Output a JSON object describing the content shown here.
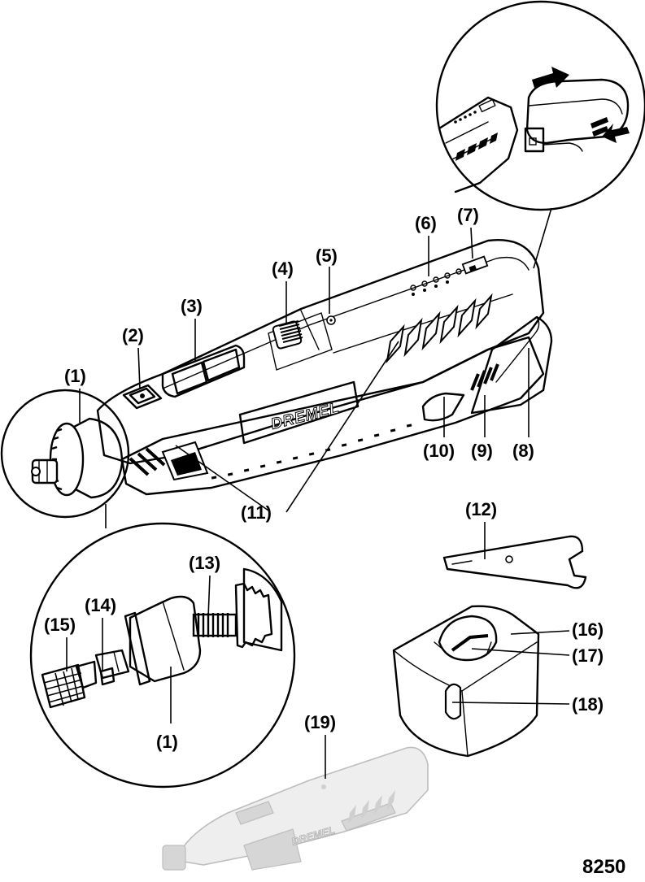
{
  "labels": {
    "l1_top": "(1)",
    "l2": "(2)",
    "l3": "(3)",
    "l4": "(4)",
    "l5": "(5)",
    "l6": "(6)",
    "l7": "(7)",
    "l8": "(8)",
    "l9": "(9)",
    "l10": "(10)",
    "l11": "(11)",
    "l12": "(12)",
    "l13": "(13)",
    "l14": "(14)",
    "l15": "(15)",
    "l1_bottom": "(1)",
    "l16": "(16)",
    "l17": "(17)",
    "l18": "(18)",
    "l19": "(19)"
  },
  "brand_text": "DREMEL",
  "figure_code": "8250"
}
